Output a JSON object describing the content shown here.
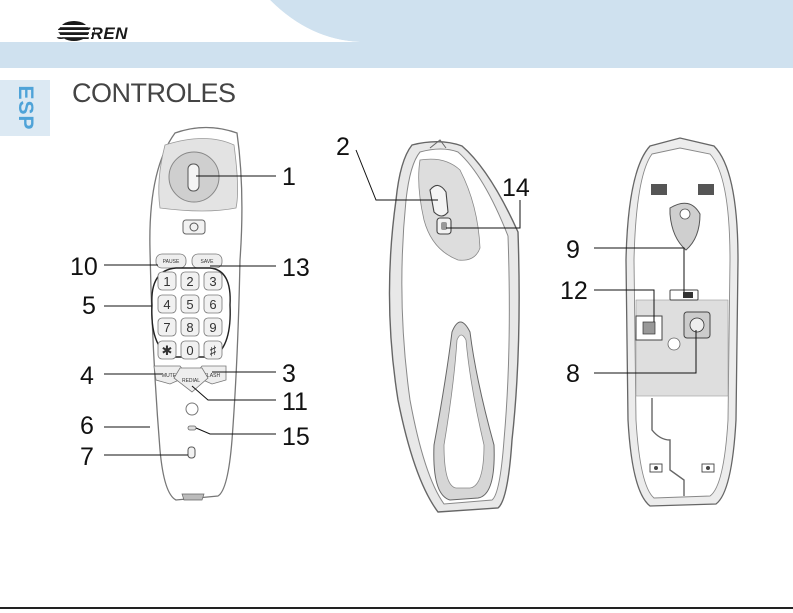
{
  "brand": {
    "name": "STEREN"
  },
  "side_tab": {
    "label": "ESP"
  },
  "page": {
    "title": "CONTROLES"
  },
  "keypad": {
    "pause": "PAUSE",
    "save": "SAVE",
    "mute": "MUTE",
    "flash": "FLASH",
    "redial": "REDIAL",
    "keys": [
      "1",
      "2",
      "3",
      "4",
      "5",
      "6",
      "7",
      "8",
      "9",
      "✱",
      "0",
      "♯"
    ]
  },
  "callouts": [
    "1",
    "2",
    "3",
    "4",
    "5",
    "6",
    "7",
    "8",
    "9",
    "10",
    "11",
    "12",
    "13",
    "14",
    "15"
  ],
  "colors": {
    "header_blue": "#cfe1ef",
    "tab_text": "#4fa3d8"
  }
}
